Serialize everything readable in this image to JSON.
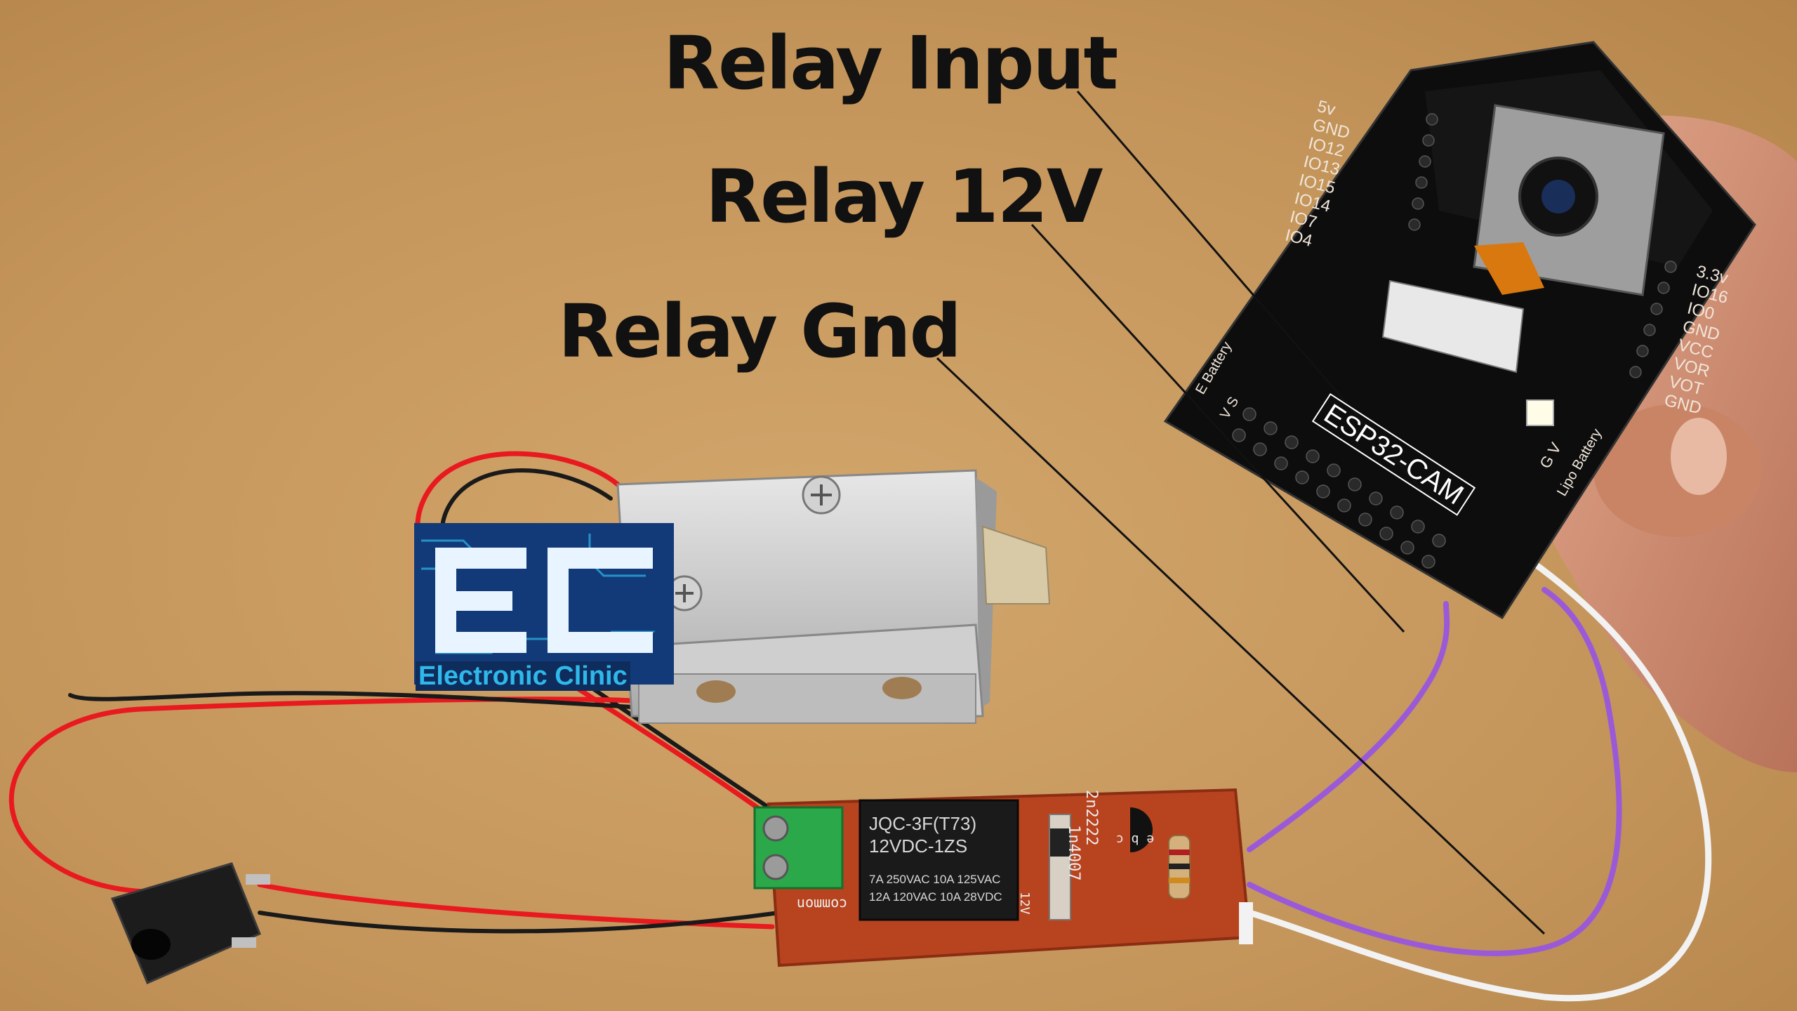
{
  "callouts": {
    "relay_input": "Relay Input",
    "relay_12v": "Relay 12V",
    "relay_gnd": "Relay Gnd"
  },
  "logo": {
    "text": "Electronic Clinic",
    "letters": "EC",
    "text_color": "#2fb8ea"
  },
  "esp32": {
    "board_name": "ESP32-CAM",
    "left_header": [
      "5v",
      "GND",
      "IO12",
      "IO13",
      "IO15",
      "IO14",
      "IO7",
      "IO4"
    ],
    "right_header": [
      "3.3v",
      "IO16",
      "IO0",
      "GND",
      "VCC",
      "VOR",
      "VOT",
      "GND"
    ],
    "battery_left": "E Battery",
    "battery_pins": "V S",
    "battery_right": "Lipo Battery",
    "gv": "G V"
  },
  "relay": {
    "line1": "JQC-3F(T73)",
    "line2": "12VDC-1ZS",
    "rating1": "7A 250VAC  10A 125VAC",
    "rating2": "12A 120VAC  10A 28VDC"
  },
  "relay_board": {
    "diode": "1n4007",
    "transistor": "2n2222",
    "pins": "e b c",
    "common": "common",
    "v12": "12V"
  },
  "colors": {
    "background": "#c79a60",
    "pcb_red": "#b8431f",
    "wire_red": "#e8191f",
    "wire_purple": "#9a5ad8"
  }
}
